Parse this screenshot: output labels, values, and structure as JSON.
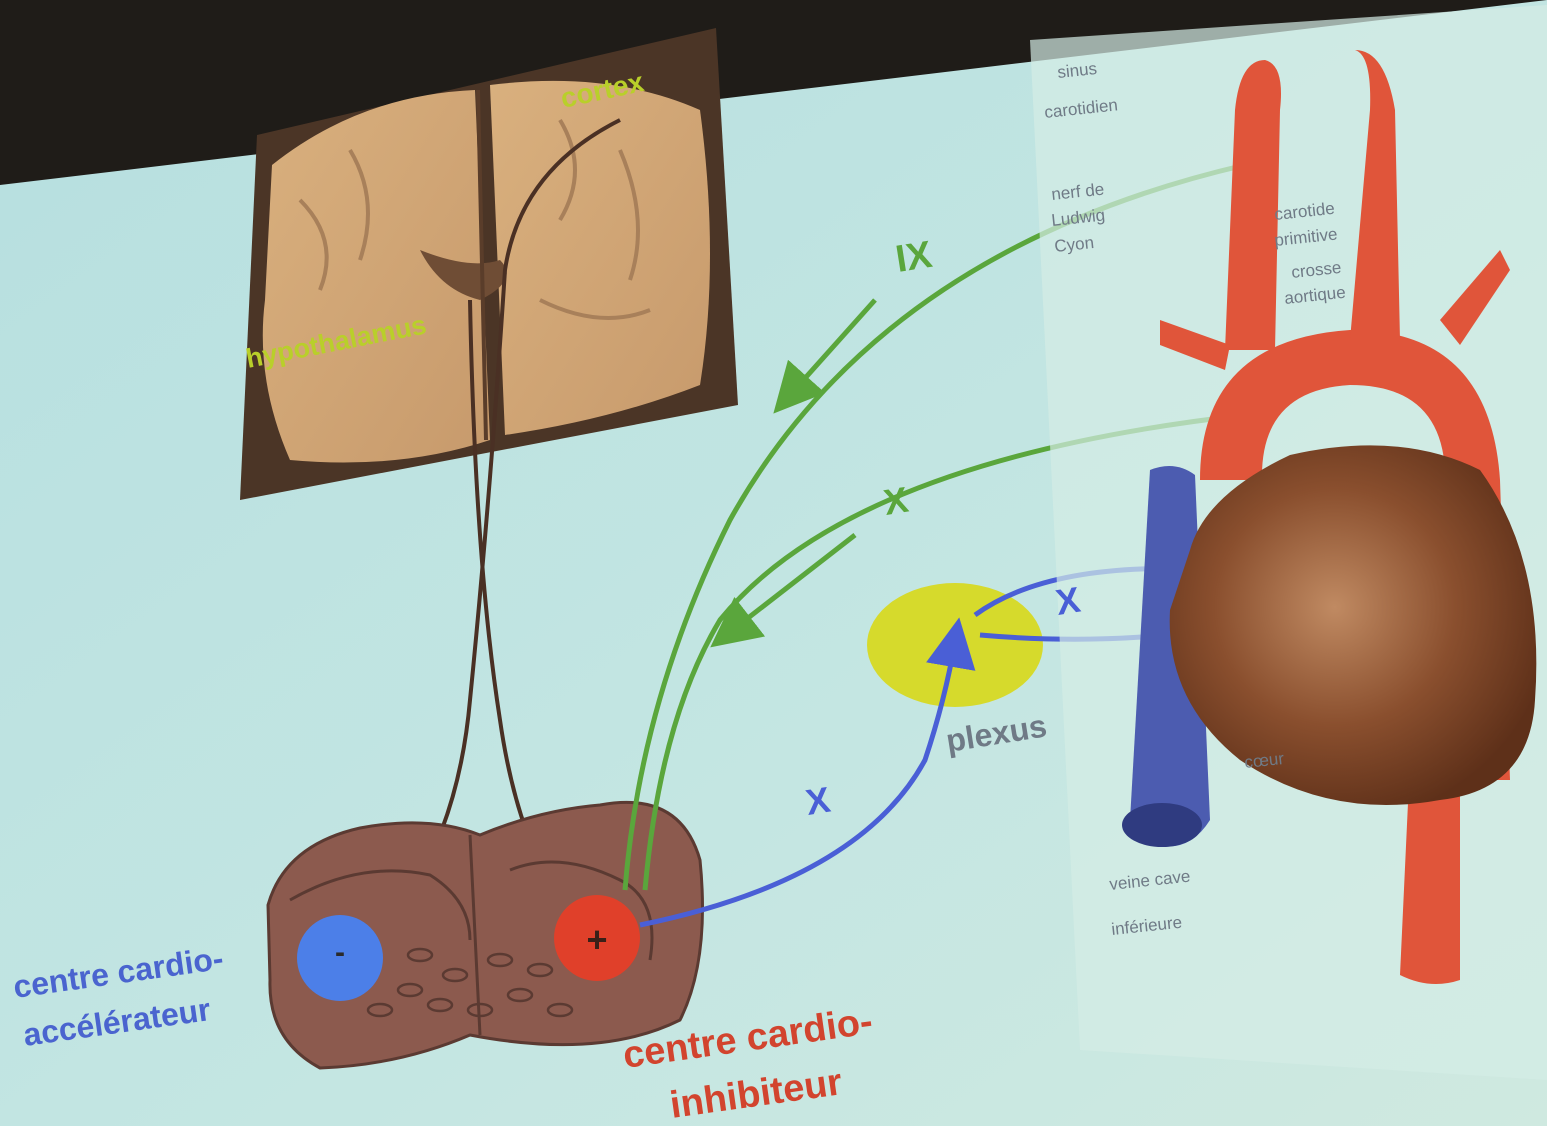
{
  "labels": {
    "cortex": "cortex",
    "hypothalamus": "hypothalamus",
    "ix": "IX",
    "x_green": "X",
    "x_plexus": "X",
    "x_lower": "X",
    "plexus": "plexus",
    "centre_acc_line1": "centre cardio-",
    "centre_acc_line2": "accélérateur",
    "centre_inh_line1": "centre cardio-",
    "centre_inh_line2": "inhibiteur",
    "minus_sign": "-",
    "plus_sign": "+",
    "sinus_line1": "sinus",
    "sinus_line2": "carotidien",
    "nerf_line1": "nerf de",
    "nerf_line2": "Ludwig",
    "nerf_line3": "Cyon",
    "carotide_line1": "carotide",
    "carotide_line2": "primitive",
    "crosse_line1": "crosse",
    "crosse_line2": "aortique",
    "coeur": "cœur",
    "veine_line1": "veine cave",
    "veine_line2": "inférieure"
  },
  "colors": {
    "screen_bg": "#bfe3e1",
    "label_green": "#b9cf2a",
    "nerve_green": "#5aa63c",
    "vagus_blue": "#4a5fd6",
    "label_blue": "#4a64cf",
    "label_red": "#d2442e",
    "plexus_yellow": "#d6da2c",
    "artery_red": "#e0553a",
    "vein_blue": "#4c5cb0",
    "heart_brown": "#7a4428",
    "medulla_brown": "#8c5a4e",
    "label_grey": "#6f7a86"
  }
}
